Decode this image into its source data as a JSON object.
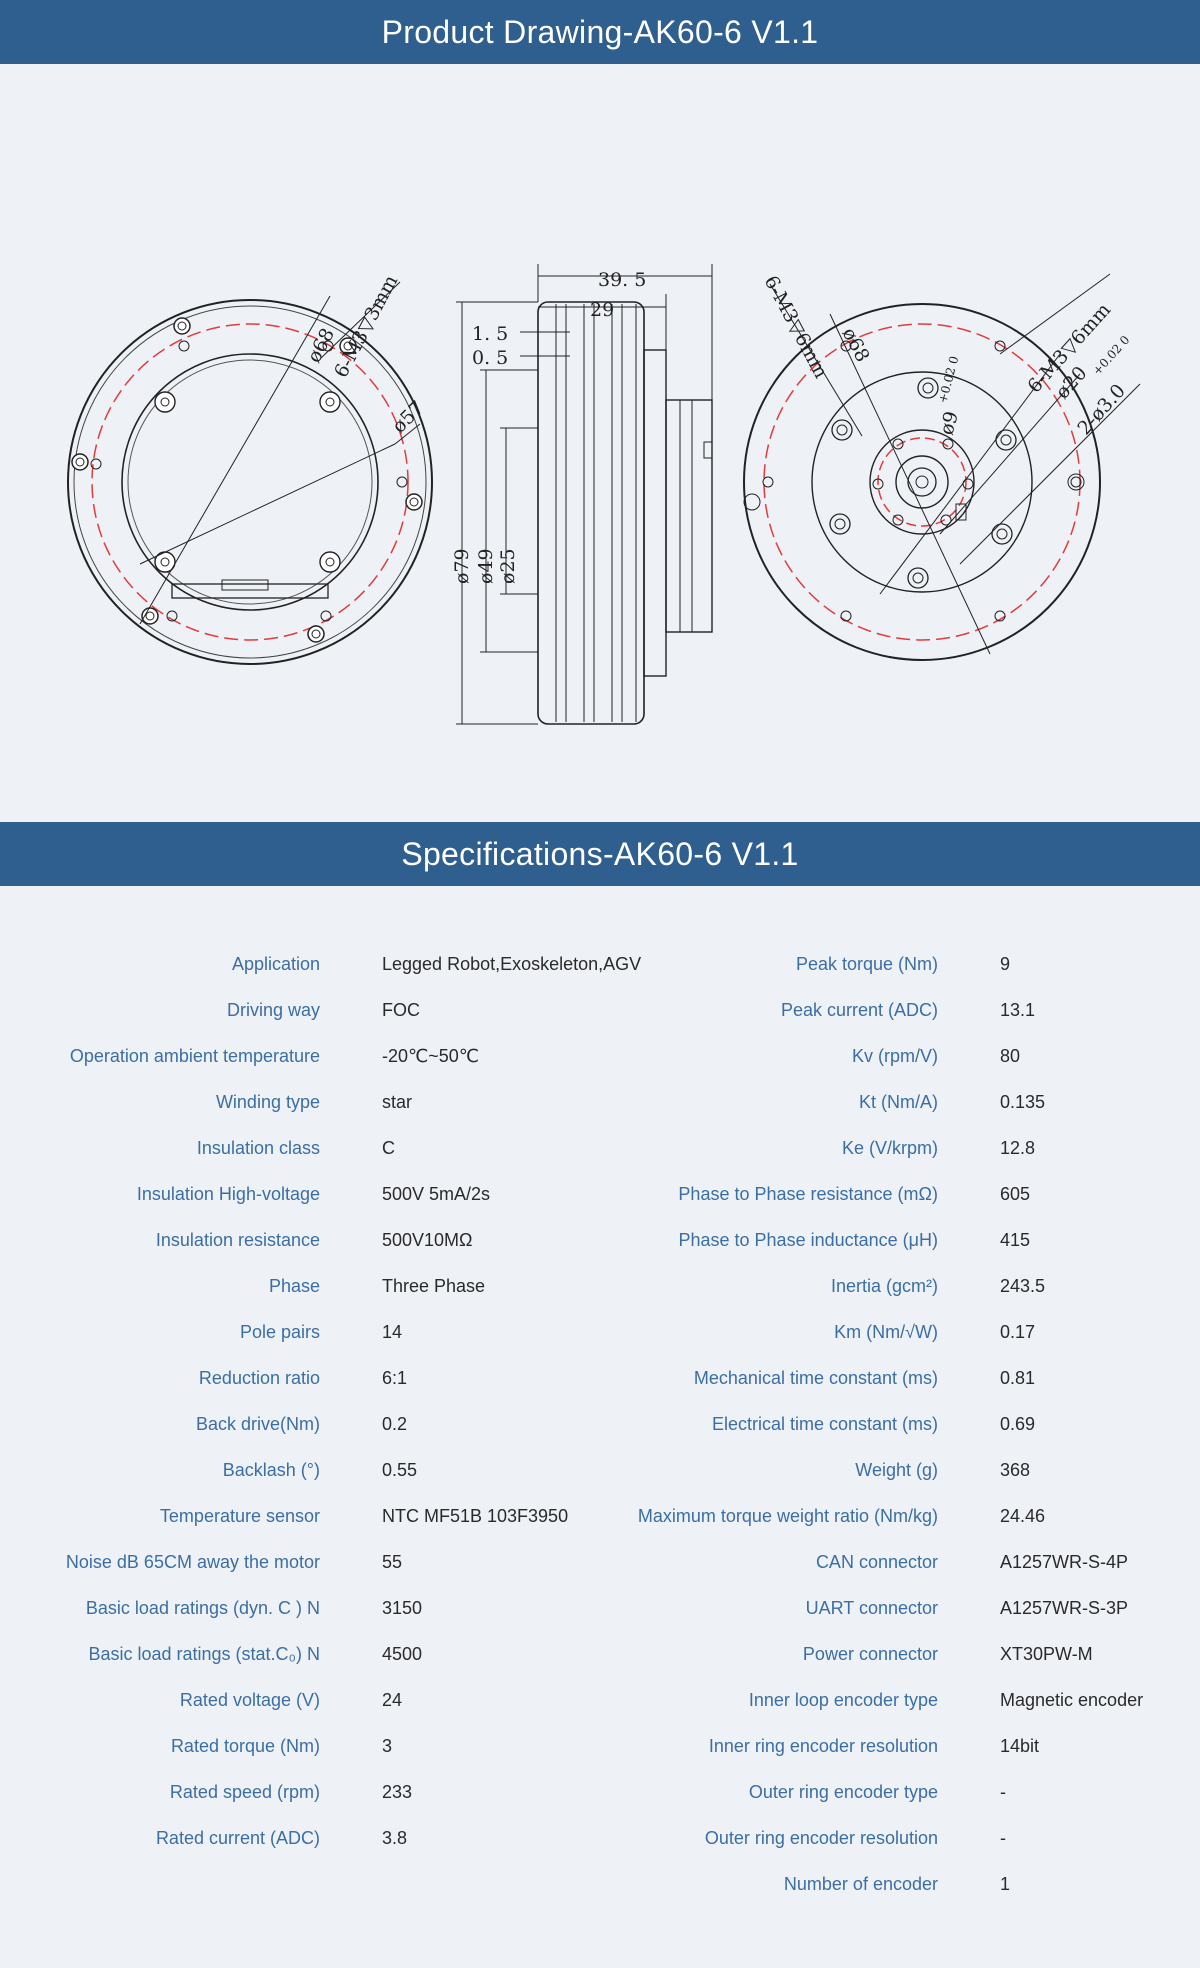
{
  "headers": {
    "drawing": "Product Drawing-AK60-6 V1.1",
    "specs": "Specifications-AK60-6 V1.1"
  },
  "drawing": {
    "front": {
      "dia_68": "ø68",
      "holes": "6-M3▽3mm",
      "dia_57": "ø57"
    },
    "side": {
      "len_39_5": "39. 5",
      "len_29": "29",
      "len_1_5": "1. 5",
      "len_0_5": "0. 5",
      "dia_79": "ø79",
      "dia_49": "ø49",
      "dia_25": "ø25"
    },
    "rear": {
      "holes_left": "6-M3▽6mm",
      "dia_68": "ø68",
      "dia_9": "ø9",
      "tol_9": "+0.02 0",
      "holes_right": "6-M3▽6mm",
      "dia_20": "ø20",
      "pins": "2-ø3.0",
      "tol_pins": "+0.02 0"
    }
  },
  "specs": {
    "left": [
      {
        "label": "Application",
        "value": "Legged Robot,Exoskeleton,AGV"
      },
      {
        "label": "Driving way",
        "value": "FOC"
      },
      {
        "label": "Operation ambient temperature",
        "value": "-20℃~50℃"
      },
      {
        "label": "Winding type",
        "value": "star"
      },
      {
        "label": "Insulation class",
        "value": "C"
      },
      {
        "label": "Insulation High-voltage",
        "value": "500V 5mA/2s"
      },
      {
        "label": "Insulation resistance",
        "value": "500V10MΩ"
      },
      {
        "label": "Phase",
        "value": "Three Phase"
      },
      {
        "label": "Pole pairs",
        "value": "14"
      },
      {
        "label": "Reduction ratio",
        "value": "6:1"
      },
      {
        "label": "Back drive(Nm)",
        "value": "0.2"
      },
      {
        "label": "Backlash (°)",
        "value": "0.55"
      },
      {
        "label": "Temperature sensor",
        "value": "NTC MF51B 103F3950"
      },
      {
        "label": "Noise dB 65CM away the motor",
        "value": "55"
      },
      {
        "label": "Basic load ratings (dyn. C ) N",
        "value": "3150"
      },
      {
        "label": "Basic load ratings (stat.C₀) N",
        "value": "4500"
      },
      {
        "label": "Rated voltage (V)",
        "value": "24"
      },
      {
        "label": "Rated torque (Nm)",
        "value": "3"
      },
      {
        "label": "Rated speed (rpm)",
        "value": "233"
      },
      {
        "label": "Rated current (ADC)",
        "value": "3.8"
      }
    ],
    "right": [
      {
        "label": "Peak torque (Nm)",
        "value": "9"
      },
      {
        "label": "Peak current (ADC)",
        "value": "13.1"
      },
      {
        "label": "Kv (rpm/V)",
        "value": "80"
      },
      {
        "label": "Kt (Nm/A)",
        "value": "0.135"
      },
      {
        "label": "Ke (V/krpm)",
        "value": "12.8"
      },
      {
        "label": "Phase to Phase resistance (mΩ)",
        "value": "605"
      },
      {
        "label": "Phase to Phase inductance (μH)",
        "value": "415"
      },
      {
        "label": "Inertia (gcm²)",
        "value": "243.5"
      },
      {
        "label": "Km (Nm/√W)",
        "value": "0.17"
      },
      {
        "label": "Mechanical time constant (ms)",
        "value": "0.81"
      },
      {
        "label": "Electrical time constant (ms)",
        "value": "0.69"
      },
      {
        "label": "Weight (g)",
        "value": "368"
      },
      {
        "label": "Maximum torque weight ratio (Nm/kg)",
        "value": "24.46"
      },
      {
        "label": "CAN connector",
        "value": "A1257WR-S-4P"
      },
      {
        "label": "UART connector",
        "value": "A1257WR-S-3P"
      },
      {
        "label": "Power connector",
        "value": "XT30PW-M"
      },
      {
        "label": "Inner loop encoder type",
        "value": "Magnetic encoder"
      },
      {
        "label": "Inner ring encoder resolution",
        "value": "14bit"
      },
      {
        "label": "Outer ring encoder type",
        "value": "-"
      },
      {
        "label": "Outer ring encoder resolution",
        "value": "-"
      },
      {
        "label": "Number of encoder",
        "value": "1"
      }
    ]
  }
}
